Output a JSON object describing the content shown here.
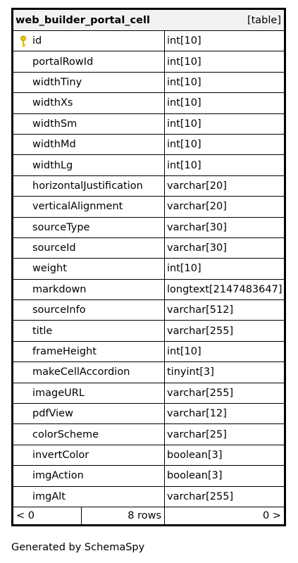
{
  "table": {
    "name": "web_builder_portal_cell",
    "kind": "[table]",
    "columns": [
      {
        "name": "id",
        "type": "int[10]",
        "primary_key": true
      },
      {
        "name": "portalRowId",
        "type": "int[10]"
      },
      {
        "name": "widthTiny",
        "type": "int[10]"
      },
      {
        "name": "widthXs",
        "type": "int[10]"
      },
      {
        "name": "widthSm",
        "type": "int[10]"
      },
      {
        "name": "widthMd",
        "type": "int[10]"
      },
      {
        "name": "widthLg",
        "type": "int[10]"
      },
      {
        "name": "horizontalJustification",
        "type": "varchar[20]"
      },
      {
        "name": "verticalAlignment",
        "type": "varchar[20]"
      },
      {
        "name": "sourceType",
        "type": "varchar[30]"
      },
      {
        "name": "sourceId",
        "type": "varchar[30]"
      },
      {
        "name": "weight",
        "type": "int[10]"
      },
      {
        "name": "markdown",
        "type": "longtext[2147483647]"
      },
      {
        "name": "sourceInfo",
        "type": "varchar[512]"
      },
      {
        "name": "title",
        "type": "varchar[255]"
      },
      {
        "name": "frameHeight",
        "type": "int[10]"
      },
      {
        "name": "makeCellAccordion",
        "type": "tinyint[3]"
      },
      {
        "name": "imageURL",
        "type": "varchar[255]"
      },
      {
        "name": "pdfView",
        "type": "varchar[12]"
      },
      {
        "name": "colorScheme",
        "type": "varchar[25]"
      },
      {
        "name": "invertColor",
        "type": "boolean[3]"
      },
      {
        "name": "imgAction",
        "type": "boolean[3]"
      },
      {
        "name": "imgAlt",
        "type": "varchar[255]"
      }
    ],
    "footer": {
      "parents": "< 0",
      "rows": "8 rows",
      "children": "0 >"
    }
  },
  "generated_by": "Generated by SchemaSpy",
  "colors": {
    "key_icon": "#e8c400",
    "border": "#000000",
    "header_bg": "#f2f2f2"
  },
  "icons": {
    "primary_key": "key-icon"
  }
}
